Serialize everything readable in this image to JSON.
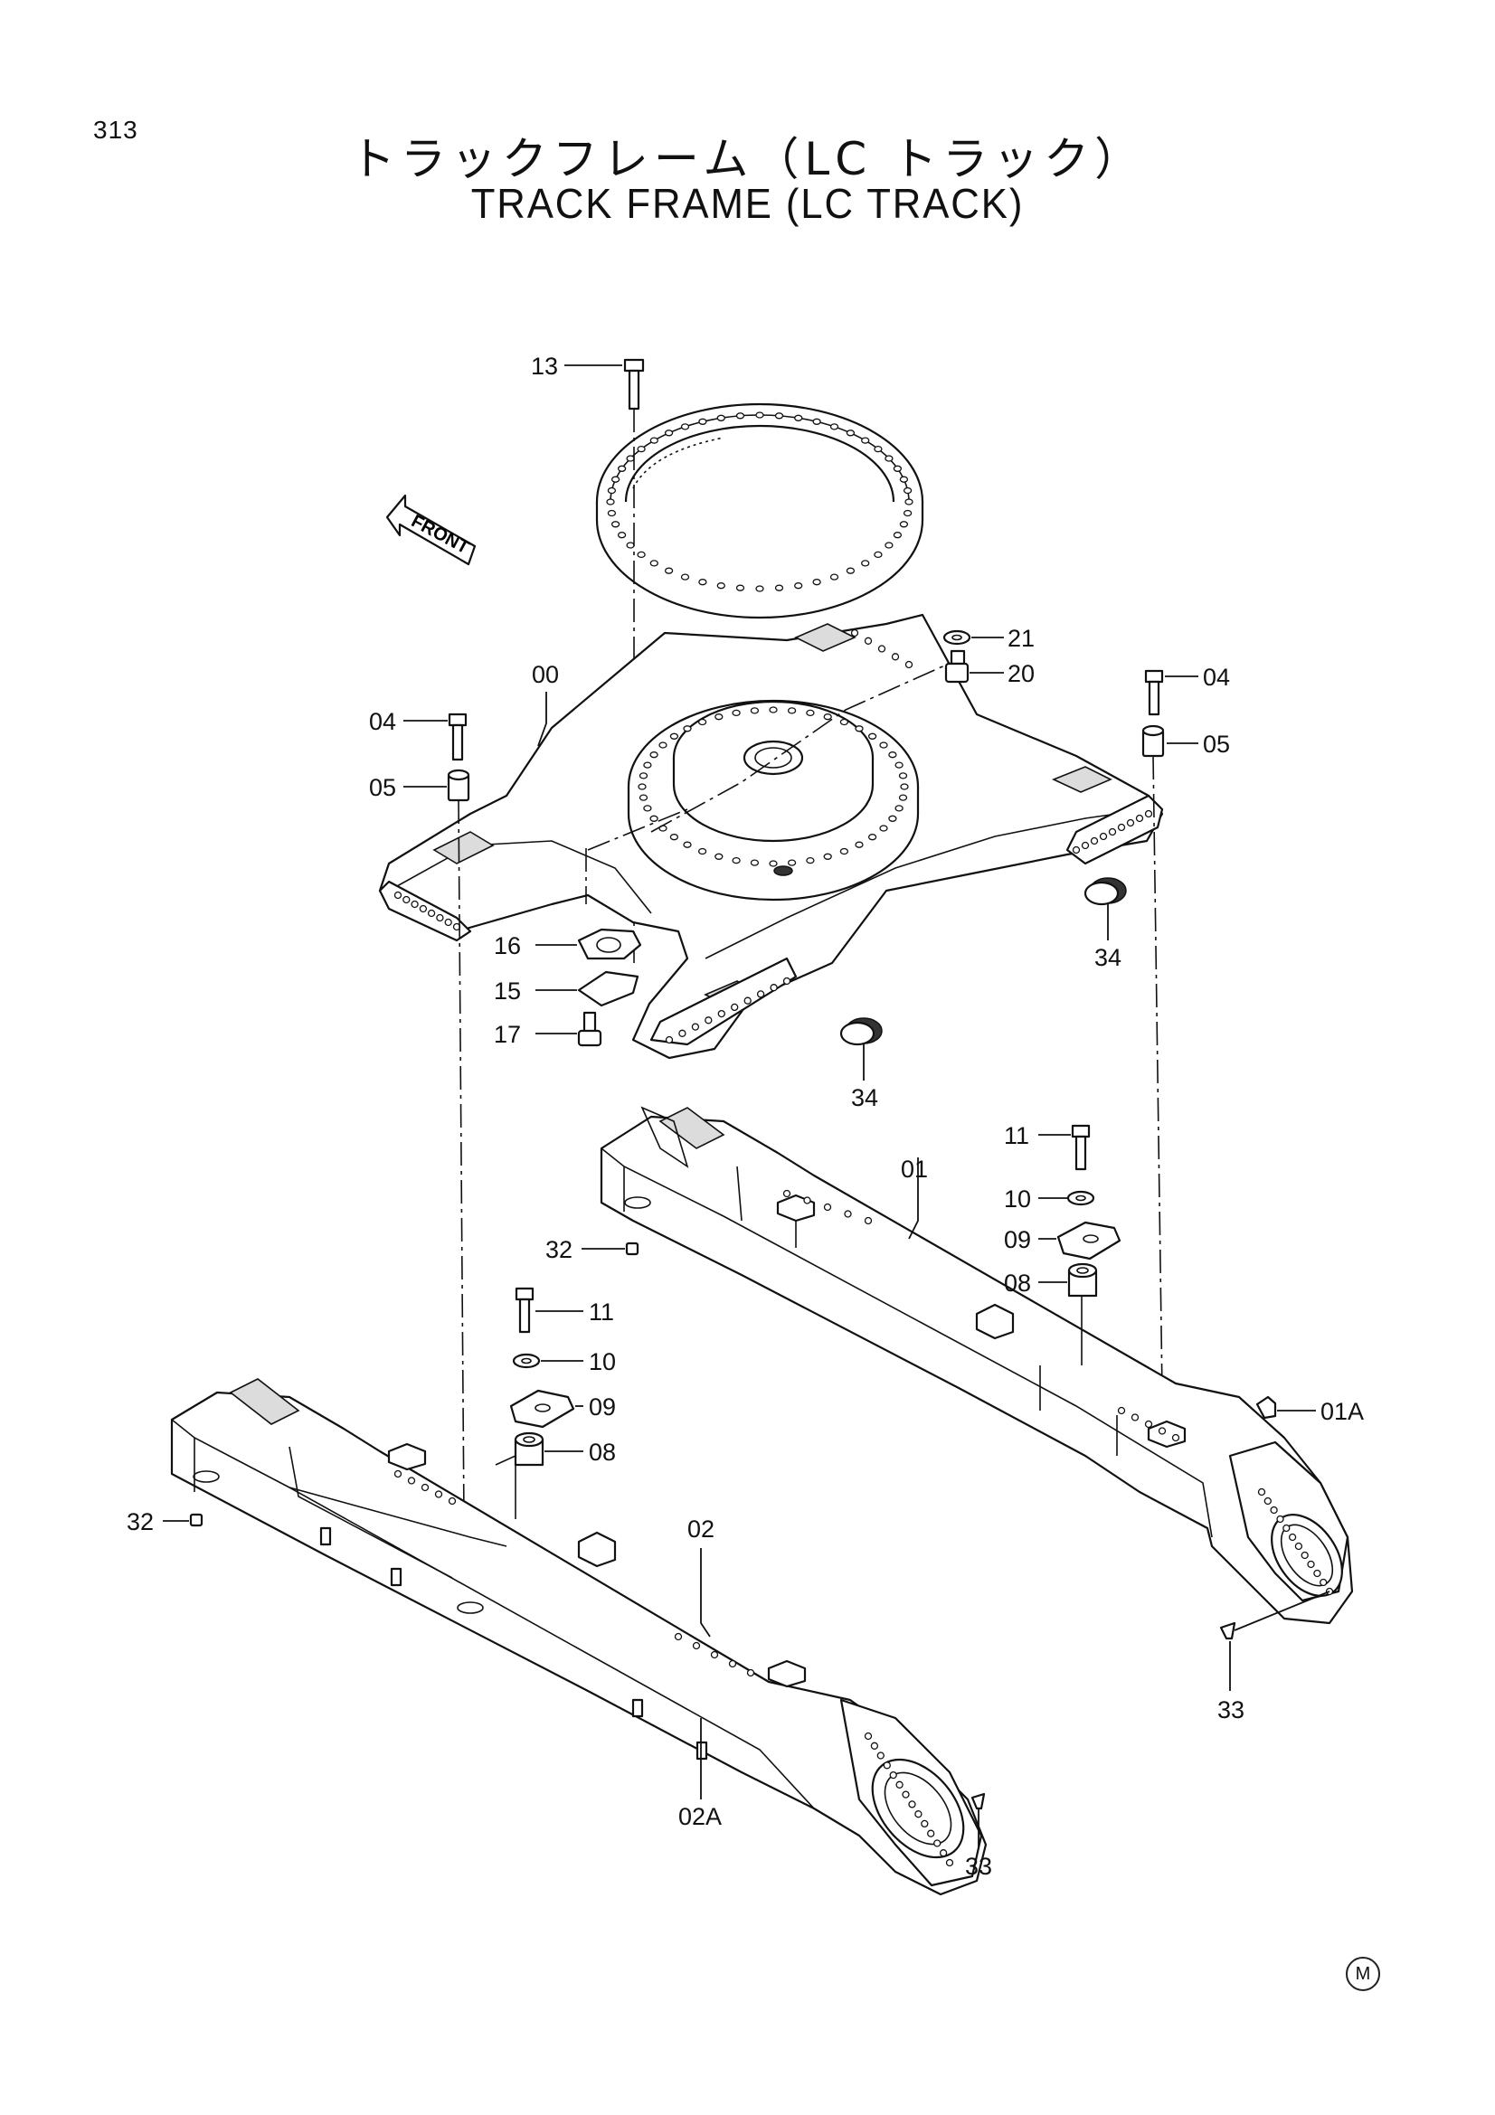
{
  "page_number": "313",
  "title_jp": "トラックフレーム（LC トラック）",
  "title_en": "TRACK FRAME (LC TRACK)",
  "front_label": "FRONT",
  "mark": "M",
  "callouts": {
    "p13": "13",
    "p21": "21",
    "p20": "20",
    "p00": "00",
    "p04_left": "04",
    "p05_left": "05",
    "p04_right": "04",
    "p05_right": "05",
    "p16": "16",
    "p15": "15",
    "p17": "17",
    "p34_right": "34",
    "p34_lower": "34",
    "p11_right": "11",
    "p10_right": "10",
    "p09_right": "09",
    "p08_right": "08",
    "p01": "01",
    "p32_upper": "32",
    "p11_left": "11",
    "p10_left": "10",
    "p09_left": "09",
    "p08_left": "08",
    "p01A": "01A",
    "p32_lower": "32",
    "p02": "02",
    "p33_right": "33",
    "p02A": "02A",
    "p33_lower": "33"
  }
}
